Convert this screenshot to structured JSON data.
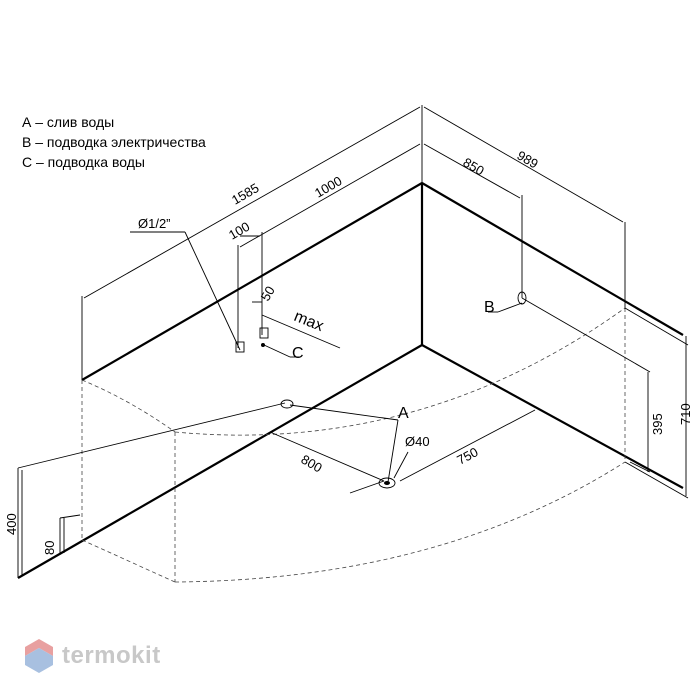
{
  "legend": {
    "a": "А – слив воды",
    "b": "В – подводка электричества",
    "c": "С – подводка воды"
  },
  "dimensions": {
    "d1585": "1585",
    "d1000": "1000",
    "d989": "989",
    "d850": "850",
    "d100": "100",
    "d50": "50",
    "max": "max",
    "pipe": "Ø1/2”",
    "d710": "710",
    "d395": "395",
    "d400": "400",
    "d80": "80",
    "d800": "800",
    "d750": "750",
    "d40": "Ø40"
  },
  "labels": {
    "a": "А",
    "b": "В",
    "c": "С"
  },
  "brand": {
    "name": "termokit",
    "colors": {
      "top": "#e8a0a0",
      "bottom": "#a8c0e0",
      "text": "#c8c8c8"
    }
  }
}
